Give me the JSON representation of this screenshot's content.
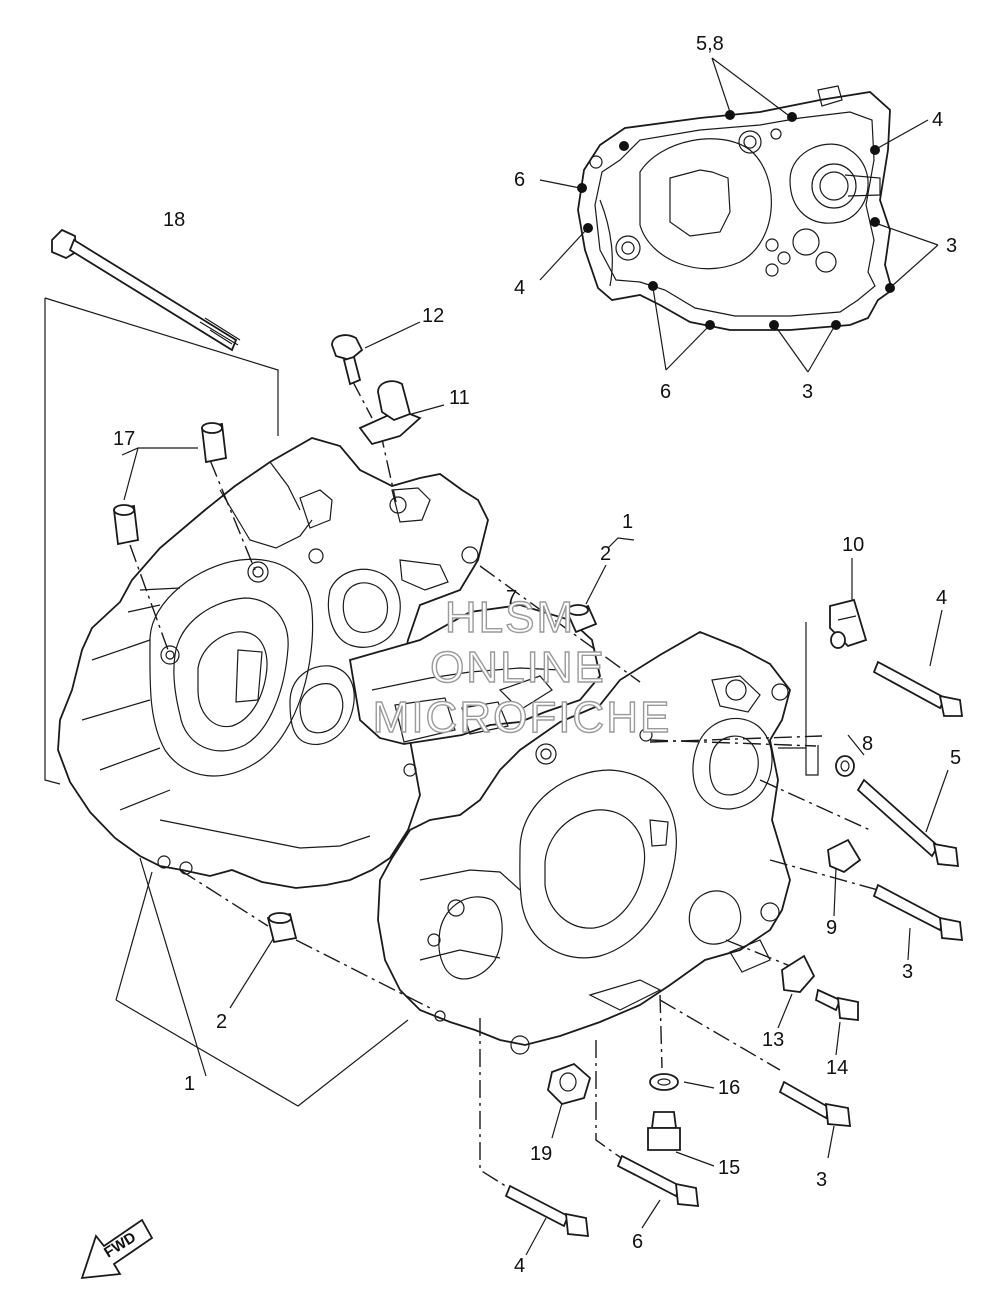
{
  "watermark": {
    "line1": "HLSM",
    "line2": "ONLINE",
    "line3": "MICROFICHE"
  },
  "fwd_label": "FWD",
  "callouts": {
    "c18": "18",
    "c12": "12",
    "c11": "11",
    "c17": "17",
    "c58": "5,8",
    "c4a": "4",
    "c6a": "6",
    "c3a": "3",
    "c4b": "4",
    "c6b": "6",
    "c3b": "3",
    "c1a": "1",
    "c2a": "2",
    "c7": "7",
    "c10": "10",
    "c4c": "4",
    "c8": "8",
    "c5": "5",
    "c9": "9",
    "c3c": "3",
    "c13": "13",
    "c14": "14",
    "c16": "16",
    "c15": "15",
    "c3d": "3",
    "c19": "19",
    "c6c": "6",
    "c4d": "4",
    "c2b": "2",
    "c1b": "1"
  }
}
